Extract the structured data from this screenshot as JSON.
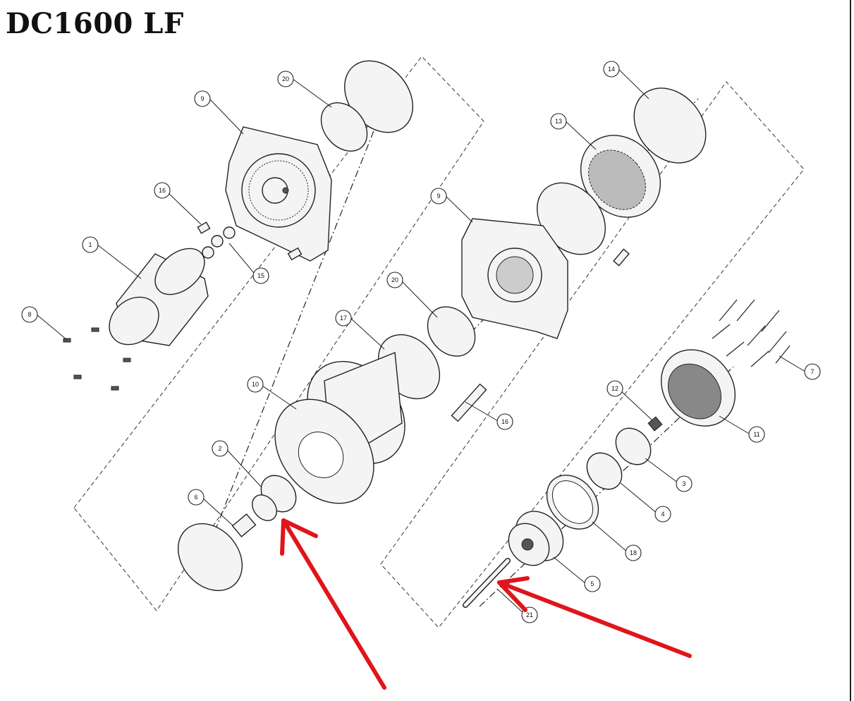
{
  "title": "DC1600 LF",
  "colors": {
    "line": "#222222",
    "arrow": "#e0141b",
    "background": "#ffffff"
  },
  "callouts": [
    {
      "id": "c20a",
      "label": "20"
    },
    {
      "id": "c9a",
      "label": "9"
    },
    {
      "id": "c16a",
      "label": "16"
    },
    {
      "id": "c1",
      "label": "1"
    },
    {
      "id": "c15",
      "label": "15"
    },
    {
      "id": "c8",
      "label": "8"
    },
    {
      "id": "c14",
      "label": "14"
    },
    {
      "id": "c13",
      "label": "13"
    },
    {
      "id": "c9b",
      "label": "9"
    },
    {
      "id": "c20b",
      "label": "20"
    },
    {
      "id": "c17",
      "label": "17"
    },
    {
      "id": "c10",
      "label": "10"
    },
    {
      "id": "c2",
      "label": "2"
    },
    {
      "id": "c6",
      "label": "6"
    },
    {
      "id": "c16b",
      "label": "16"
    },
    {
      "id": "c7",
      "label": "7"
    },
    {
      "id": "c12",
      "label": "12"
    },
    {
      "id": "c11",
      "label": "11"
    },
    {
      "id": "c3",
      "label": "3"
    },
    {
      "id": "c4",
      "label": "4"
    },
    {
      "id": "c18",
      "label": "18"
    },
    {
      "id": "c5",
      "label": "5"
    },
    {
      "id": "c21",
      "label": "21"
    }
  ]
}
